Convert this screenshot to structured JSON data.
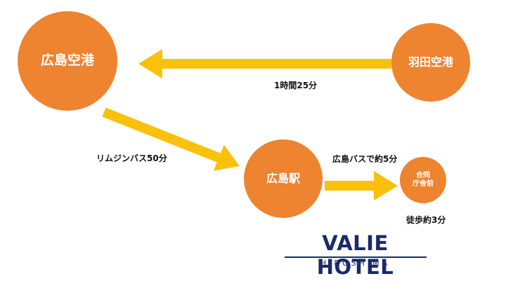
{
  "colors": {
    "node_fill": "#ee8330",
    "arrow": "#f9c10c",
    "logo": "#1b2a6b",
    "text_on_node": "#ffffff",
    "label_text": "#111111"
  },
  "nodes": {
    "hiroshima_airport": "広島空港",
    "haneda_airport": "羽田空港",
    "hiroshima_station": "広島駅",
    "godo_chosha": [
      "合同",
      "庁舎前"
    ]
  },
  "edges": {
    "haneda_to_hiroshima_airport": "1時間25分",
    "airport_to_station": "リムジンバス50分",
    "station_to_godo": "広島バスで約5分",
    "walk": "徒歩約3分"
  },
  "logo": {
    "name": "VALIE HOTEL",
    "city": "HIROSHIMA"
  }
}
